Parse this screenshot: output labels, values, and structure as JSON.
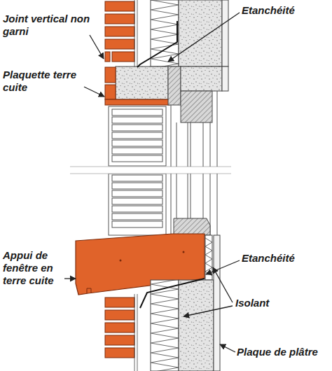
{
  "diagram": {
    "labels": [
      "Joint vertical non garni",
      "Etanchéité",
      "Plaquette terre cuite",
      "Appui de fenêtre en terre cuite",
      "Etanchéité",
      "Isolant",
      "Plaque de plâtre"
    ]
  }
}
